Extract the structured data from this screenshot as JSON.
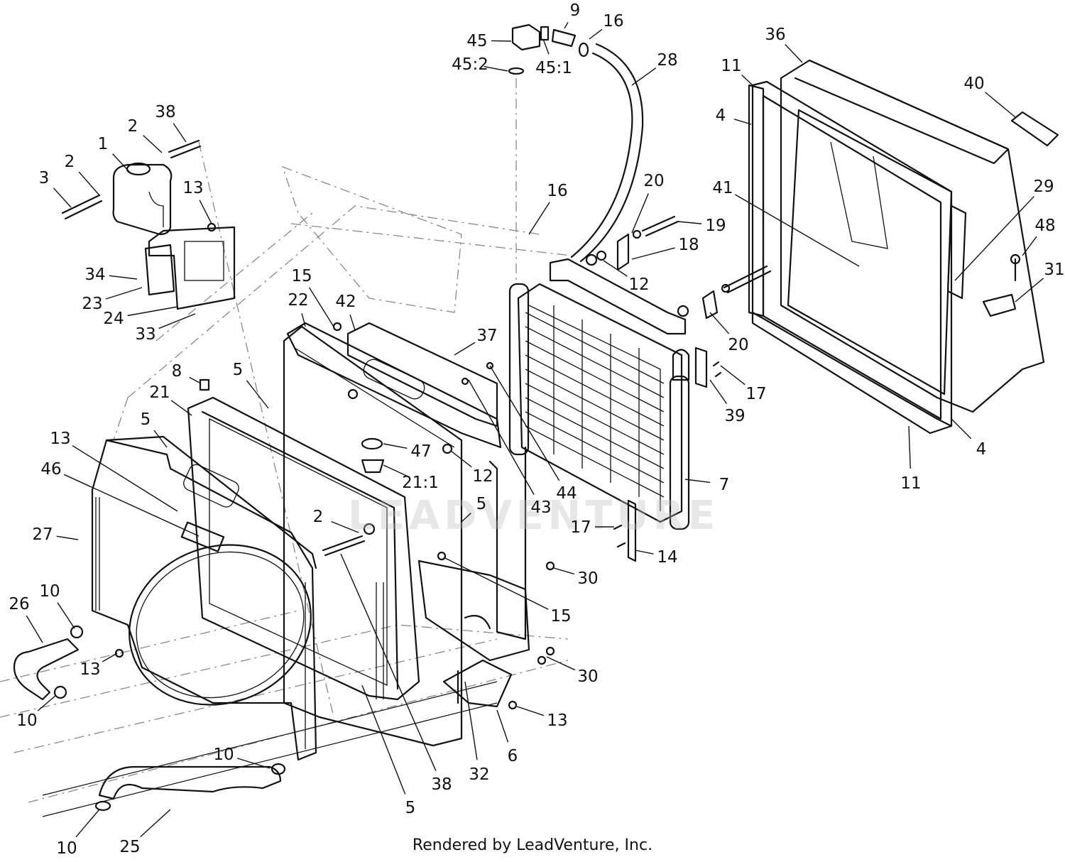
{
  "watermark": "LEADVENTURE",
  "credit": "Rendered by LeadVenture, Inc.",
  "callouts": [
    {
      "id": "c1",
      "text": "1"
    },
    {
      "id": "c2a",
      "text": "2"
    },
    {
      "id": "c2b",
      "text": "2"
    },
    {
      "id": "c2c",
      "text": "2"
    },
    {
      "id": "c3",
      "text": "3"
    },
    {
      "id": "c4a",
      "text": "4"
    },
    {
      "id": "c4b",
      "text": "4"
    },
    {
      "id": "c5a",
      "text": "5"
    },
    {
      "id": "c5b",
      "text": "5"
    },
    {
      "id": "c5c",
      "text": "5"
    },
    {
      "id": "c5d",
      "text": "5"
    },
    {
      "id": "c6",
      "text": "6"
    },
    {
      "id": "c7",
      "text": "7"
    },
    {
      "id": "c8",
      "text": "8"
    },
    {
      "id": "c9",
      "text": "9"
    },
    {
      "id": "c10a",
      "text": "10"
    },
    {
      "id": "c10b",
      "text": "10"
    },
    {
      "id": "c10c",
      "text": "10"
    },
    {
      "id": "c10d",
      "text": "10"
    },
    {
      "id": "c11a",
      "text": "11"
    },
    {
      "id": "c11b",
      "text": "11"
    },
    {
      "id": "c12a",
      "text": "12"
    },
    {
      "id": "c12b",
      "text": "12"
    },
    {
      "id": "c13a",
      "text": "13"
    },
    {
      "id": "c13b",
      "text": "13"
    },
    {
      "id": "c13c",
      "text": "13"
    },
    {
      "id": "c13d",
      "text": "13"
    },
    {
      "id": "c14",
      "text": "14"
    },
    {
      "id": "c15a",
      "text": "15"
    },
    {
      "id": "c15b",
      "text": "15"
    },
    {
      "id": "c16a",
      "text": "16"
    },
    {
      "id": "c16b",
      "text": "16"
    },
    {
      "id": "c17a",
      "text": "17"
    },
    {
      "id": "c17b",
      "text": "17"
    },
    {
      "id": "c18",
      "text": "18"
    },
    {
      "id": "c19",
      "text": "19"
    },
    {
      "id": "c20a",
      "text": "20"
    },
    {
      "id": "c20b",
      "text": "20"
    },
    {
      "id": "c21",
      "text": "21"
    },
    {
      "id": "c21_1",
      "text": "21:1"
    },
    {
      "id": "c22",
      "text": "22"
    },
    {
      "id": "c23",
      "text": "23"
    },
    {
      "id": "c24",
      "text": "24"
    },
    {
      "id": "c25",
      "text": "25"
    },
    {
      "id": "c26",
      "text": "26"
    },
    {
      "id": "c27",
      "text": "27"
    },
    {
      "id": "c28",
      "text": "28"
    },
    {
      "id": "c29",
      "text": "29"
    },
    {
      "id": "c30a",
      "text": "30"
    },
    {
      "id": "c30b",
      "text": "30"
    },
    {
      "id": "c31",
      "text": "31"
    },
    {
      "id": "c32",
      "text": "32"
    },
    {
      "id": "c33",
      "text": "33"
    },
    {
      "id": "c34",
      "text": "34"
    },
    {
      "id": "c36",
      "text": "36"
    },
    {
      "id": "c37",
      "text": "37"
    },
    {
      "id": "c38a",
      "text": "38"
    },
    {
      "id": "c38b",
      "text": "38"
    },
    {
      "id": "c39",
      "text": "39"
    },
    {
      "id": "c40",
      "text": "40"
    },
    {
      "id": "c41",
      "text": "41"
    },
    {
      "id": "c42",
      "text": "42"
    },
    {
      "id": "c43",
      "text": "43"
    },
    {
      "id": "c44",
      "text": "44"
    },
    {
      "id": "c45",
      "text": "45"
    },
    {
      "id": "c45_1",
      "text": "45:1"
    },
    {
      "id": "c45_2",
      "text": "45:2"
    },
    {
      "id": "c46",
      "text": "46"
    },
    {
      "id": "c47",
      "text": "47"
    },
    {
      "id": "c48",
      "text": "48"
    }
  ]
}
